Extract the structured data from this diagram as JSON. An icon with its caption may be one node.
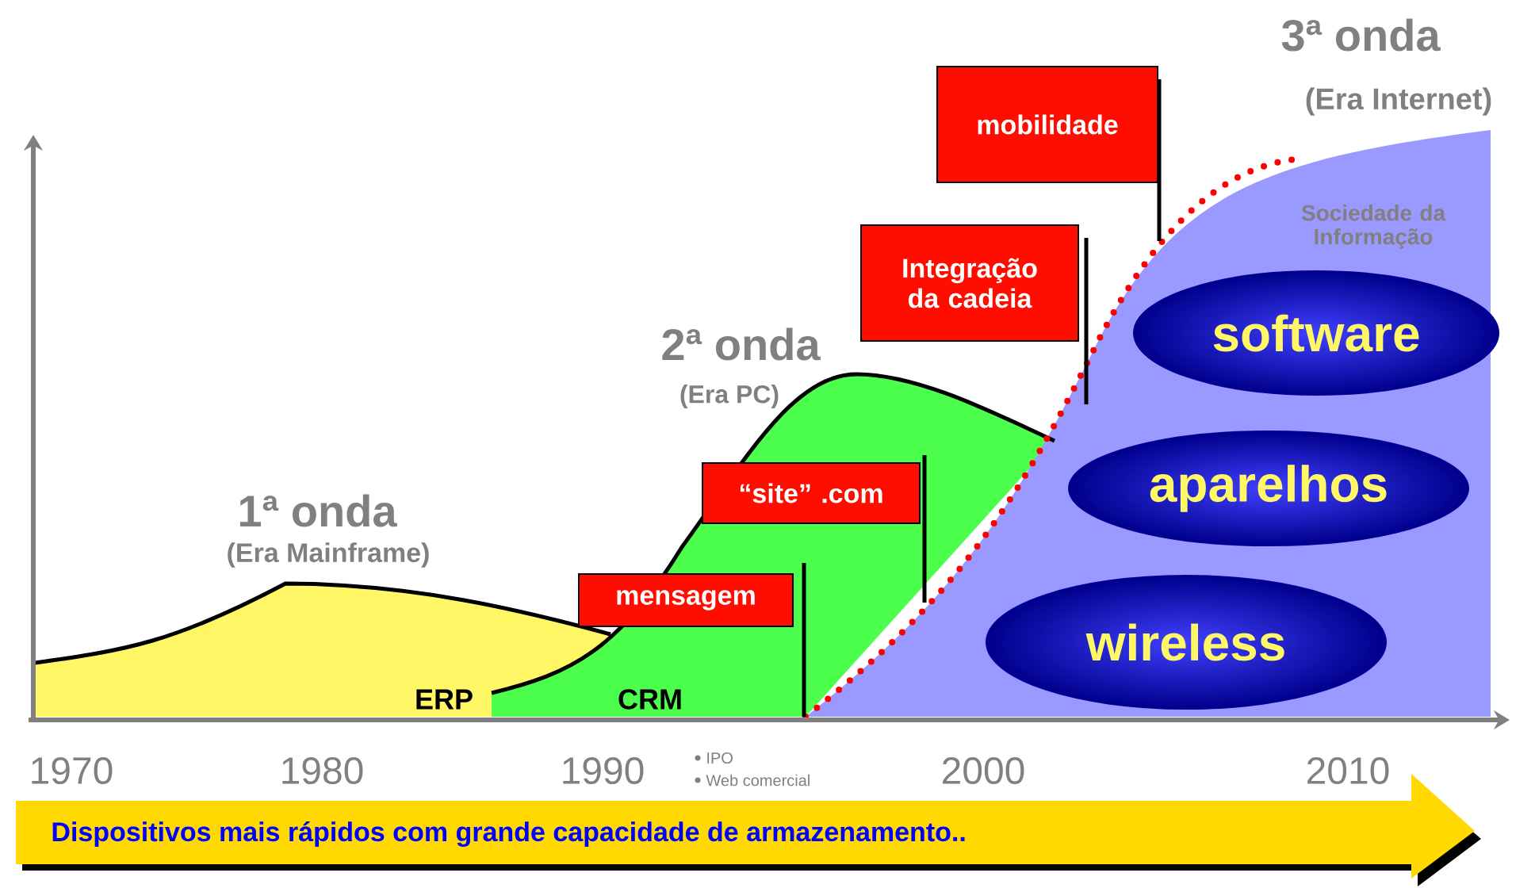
{
  "diagram": {
    "nodes": [
      {
        "text": [
          "mensagem"
        ]
      },
      {
        "text": [
          "“site” .com"
        ]
      },
      {
        "text": [
          "Integração da cadeia"
        ]
      },
      {
        "text": [
          "mobilidade"
        ]
      },
      {
        "text": [
          "software"
        ]
      },
      {
        "text": [
          "aparelhos"
        ]
      },
      {
        "text": [
          "wireless"
        ]
      },
      {
        "text": [
          "Dispositivos mais rápidos com grande capacidade de armazenamento.."
        ]
      }
    ],
    "labels": [
      "3ª onda",
      "(Era Internet)",
      "Sociedade da Informação",
      "2ª onda",
      "(Era PC)",
      "1ª onda",
      "(Era Mainframe)",
      "ERP",
      "CRM",
      "1970",
      "1980",
      "1990",
      "IPO",
      "Web comercial",
      "2000",
      "2010"
    ]
  }
}
